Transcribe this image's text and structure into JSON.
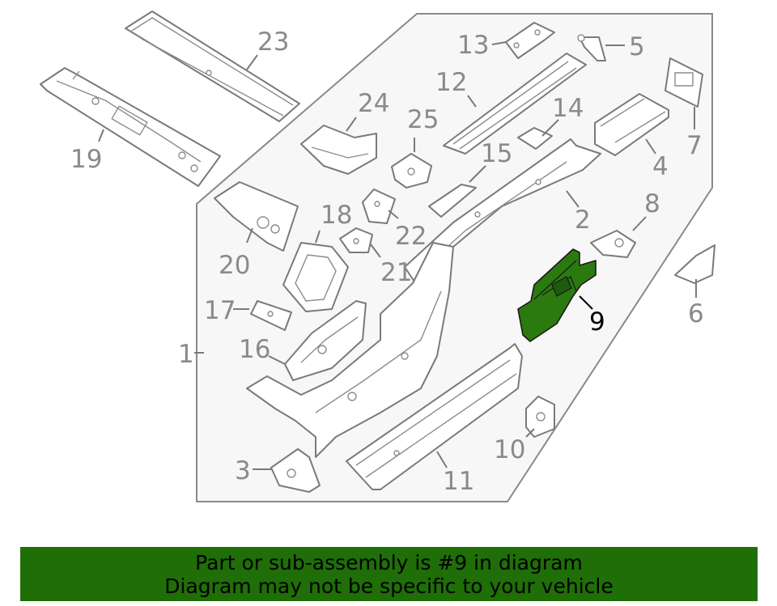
{
  "diagram": {
    "callouts": [
      {
        "n": "1",
        "label": "1"
      },
      {
        "n": "2",
        "label": "2"
      },
      {
        "n": "3",
        "label": "3"
      },
      {
        "n": "4",
        "label": "4"
      },
      {
        "n": "5",
        "label": "5"
      },
      {
        "n": "6",
        "label": "6"
      },
      {
        "n": "7",
        "label": "7"
      },
      {
        "n": "8",
        "label": "8"
      },
      {
        "n": "9",
        "label": "9"
      },
      {
        "n": "10",
        "label": "10"
      },
      {
        "n": "11",
        "label": "11"
      },
      {
        "n": "12",
        "label": "12"
      },
      {
        "n": "13",
        "label": "13"
      },
      {
        "n": "14",
        "label": "14"
      },
      {
        "n": "15",
        "label": "15"
      },
      {
        "n": "16",
        "label": "16"
      },
      {
        "n": "17",
        "label": "17"
      },
      {
        "n": "18",
        "label": "18"
      },
      {
        "n": "19",
        "label": "19"
      },
      {
        "n": "20",
        "label": "20"
      },
      {
        "n": "21",
        "label": "21"
      },
      {
        "n": "22",
        "label": "22"
      },
      {
        "n": "23",
        "label": "23"
      },
      {
        "n": "24",
        "label": "24"
      },
      {
        "n": "25",
        "label": "25"
      }
    ],
    "highlighted_part": "9",
    "colors": {
      "highlight_fill": "#2a7a10",
      "panel_fill": "#f7f7f7",
      "line": "#7a7a7a",
      "callout_text": "#8a8a8a",
      "footer_bg": "#1f6e08"
    }
  },
  "footer": {
    "line1": "Part or sub-assembly is #9 in diagram",
    "line2": "Diagram may not be specific to your vehicle"
  }
}
